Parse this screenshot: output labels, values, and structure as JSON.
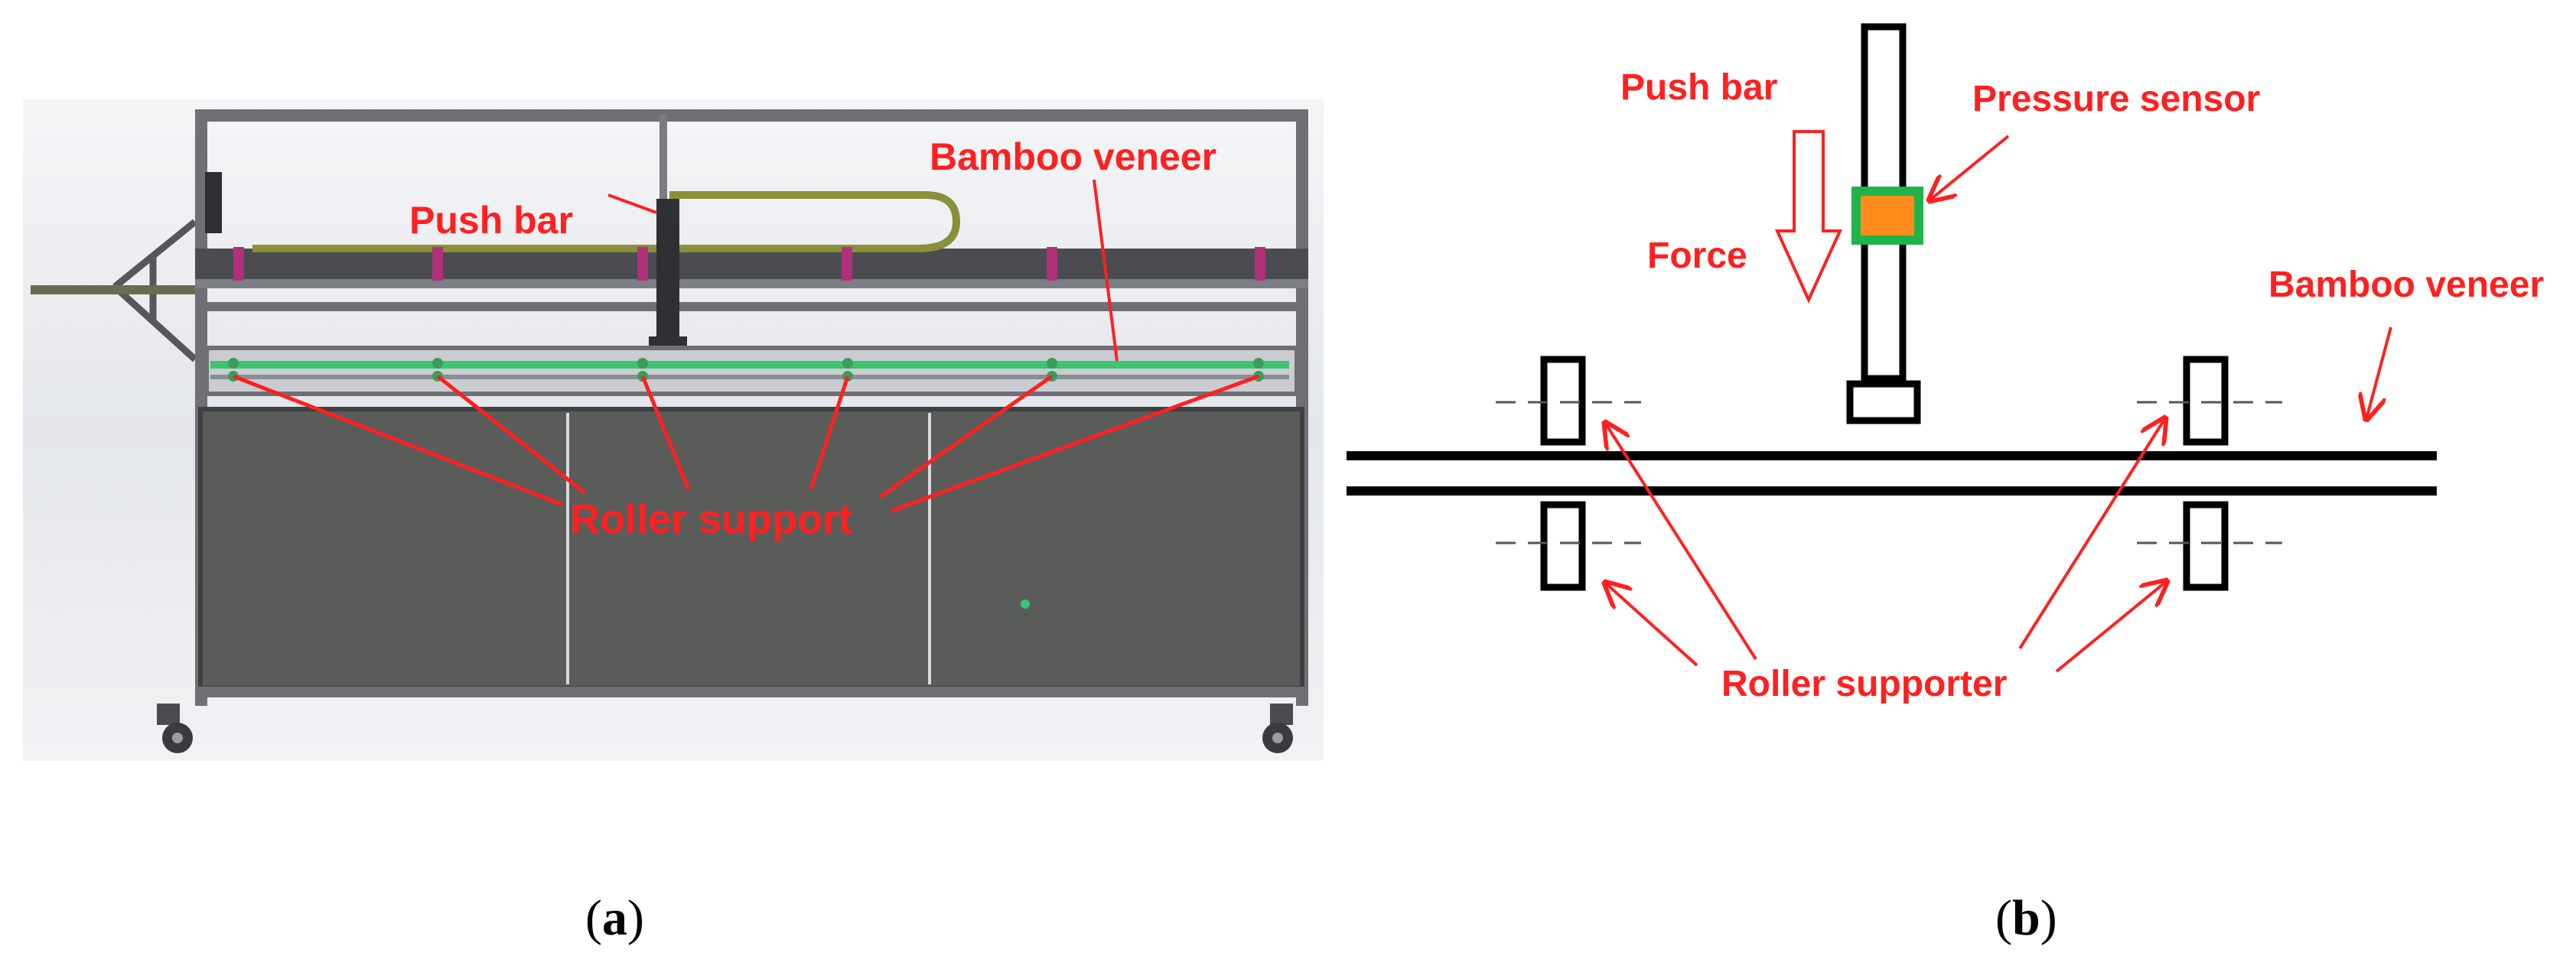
{
  "panel_a": {
    "labels": {
      "push_bar": "Push bar",
      "bamboo_veneer": "Bamboo veneer",
      "roller_support": "Roller support"
    },
    "caption_open": "(",
    "caption_letter": "a",
    "caption_close": ")"
  },
  "panel_b": {
    "labels": {
      "push_bar": "Push bar",
      "pressure_sensor": "Pressure sensor",
      "force": "Force",
      "bamboo_veneer": "Bamboo veneer",
      "roller_supporter": "Roller supporter"
    },
    "caption_open": "(",
    "caption_letter": "b",
    "caption_close": ")"
  },
  "colors": {
    "annotation": "#ff2020",
    "cabinet": "#5a5c5a",
    "frame": "#6e7075",
    "rail": "#8a8f3a",
    "veneer": "#3cc46e",
    "sensor_fill": "#ff8c1a",
    "sensor_border": "#1fb34a",
    "outline": "#000000"
  }
}
